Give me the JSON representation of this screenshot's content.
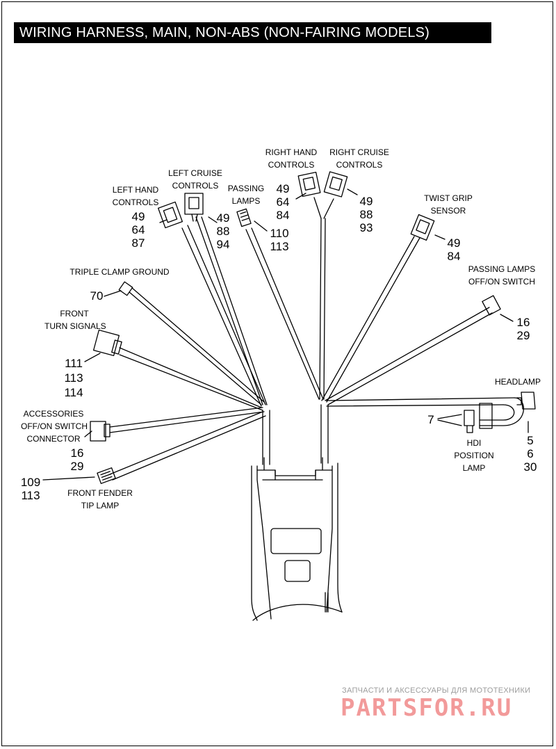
{
  "title": "WIRING HARNESS, MAIN, NON-ABS (NON-FAIRING MODELS)",
  "callouts": {
    "left_hand_controls": {
      "label": [
        "LEFT HAND",
        "CONTROLS"
      ],
      "parts": [
        "49",
        "64",
        "87"
      ]
    },
    "left_cruise_controls": {
      "label": [
        "LEFT CRUISE",
        "CONTROLS"
      ],
      "parts": [
        "49",
        "88",
        "94"
      ]
    },
    "passing_lamps": {
      "label": [
        "PASSING",
        "LAMPS"
      ],
      "parts": [
        "110",
        "113"
      ]
    },
    "right_hand_controls": {
      "label": [
        "RIGHT HAND",
        "CONTROLS"
      ],
      "parts": [
        "49",
        "64",
        "84"
      ]
    },
    "right_cruise_controls": {
      "label": [
        "RIGHT CRUISE",
        "CONTROLS"
      ],
      "parts": [
        "49",
        "88",
        "93"
      ]
    },
    "twist_grip_sensor": {
      "label": [
        "TWIST GRIP",
        "SENSOR"
      ],
      "parts": [
        "49",
        "84"
      ]
    },
    "triple_clamp_ground": {
      "label": [
        "TRIPLE CLAMP GROUND"
      ],
      "parts": [
        "70"
      ]
    },
    "passing_lamps_switch": {
      "label": [
        "PASSING LAMPS",
        "OFF/ON SWITCH"
      ],
      "parts": [
        "16",
        "29"
      ]
    },
    "front_turn_signals": {
      "label": [
        "FRONT",
        "TURN SIGNALS"
      ],
      "parts": [
        "111",
        "113",
        "114"
      ]
    },
    "headlamp": {
      "label": [
        "HEADLAMP"
      ],
      "parts": [
        "5",
        "6",
        "30"
      ]
    },
    "accessories_switch": {
      "label": [
        "ACCESSORIES",
        "OFF/ON SWITCH",
        "CONNECTOR"
      ],
      "parts": [
        "16",
        "29"
      ]
    },
    "hdi_position_lamp": {
      "label": [
        "HDI",
        "POSITION",
        "LAMP"
      ],
      "parts": [
        "7"
      ]
    },
    "front_fender_tip_lamp": {
      "label": [
        "FRONT FENDER",
        "TIP LAMP"
      ],
      "parts": [
        "109",
        "113"
      ]
    }
  },
  "watermark": {
    "tagline": "ЗАПЧАСТИ И АКСЕССУАРЫ ДЛЯ МОТОТЕХНИКИ",
    "logo": "PARTSFOR.RU"
  },
  "colors": {
    "line": "#000000",
    "background": "#ffffff",
    "watermark": "#f29a9a"
  }
}
